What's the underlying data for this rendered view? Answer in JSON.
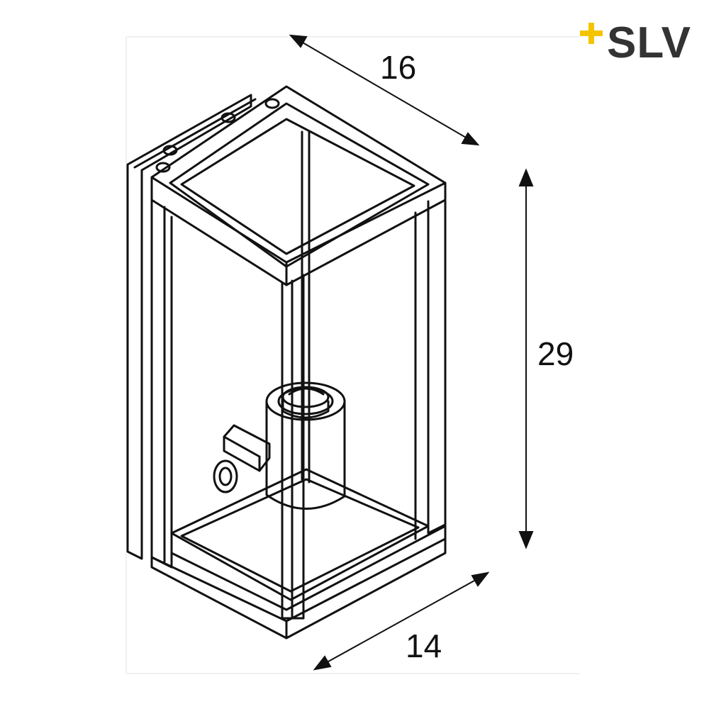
{
  "dimensions": {
    "width": "16",
    "height": "29",
    "depth": "14"
  },
  "logo": {
    "text": "SLV",
    "symbol": "+",
    "accent_color": "#f5c400",
    "text_color": "#333333"
  },
  "colors": {
    "line": "#111111",
    "background": "#ffffff"
  }
}
